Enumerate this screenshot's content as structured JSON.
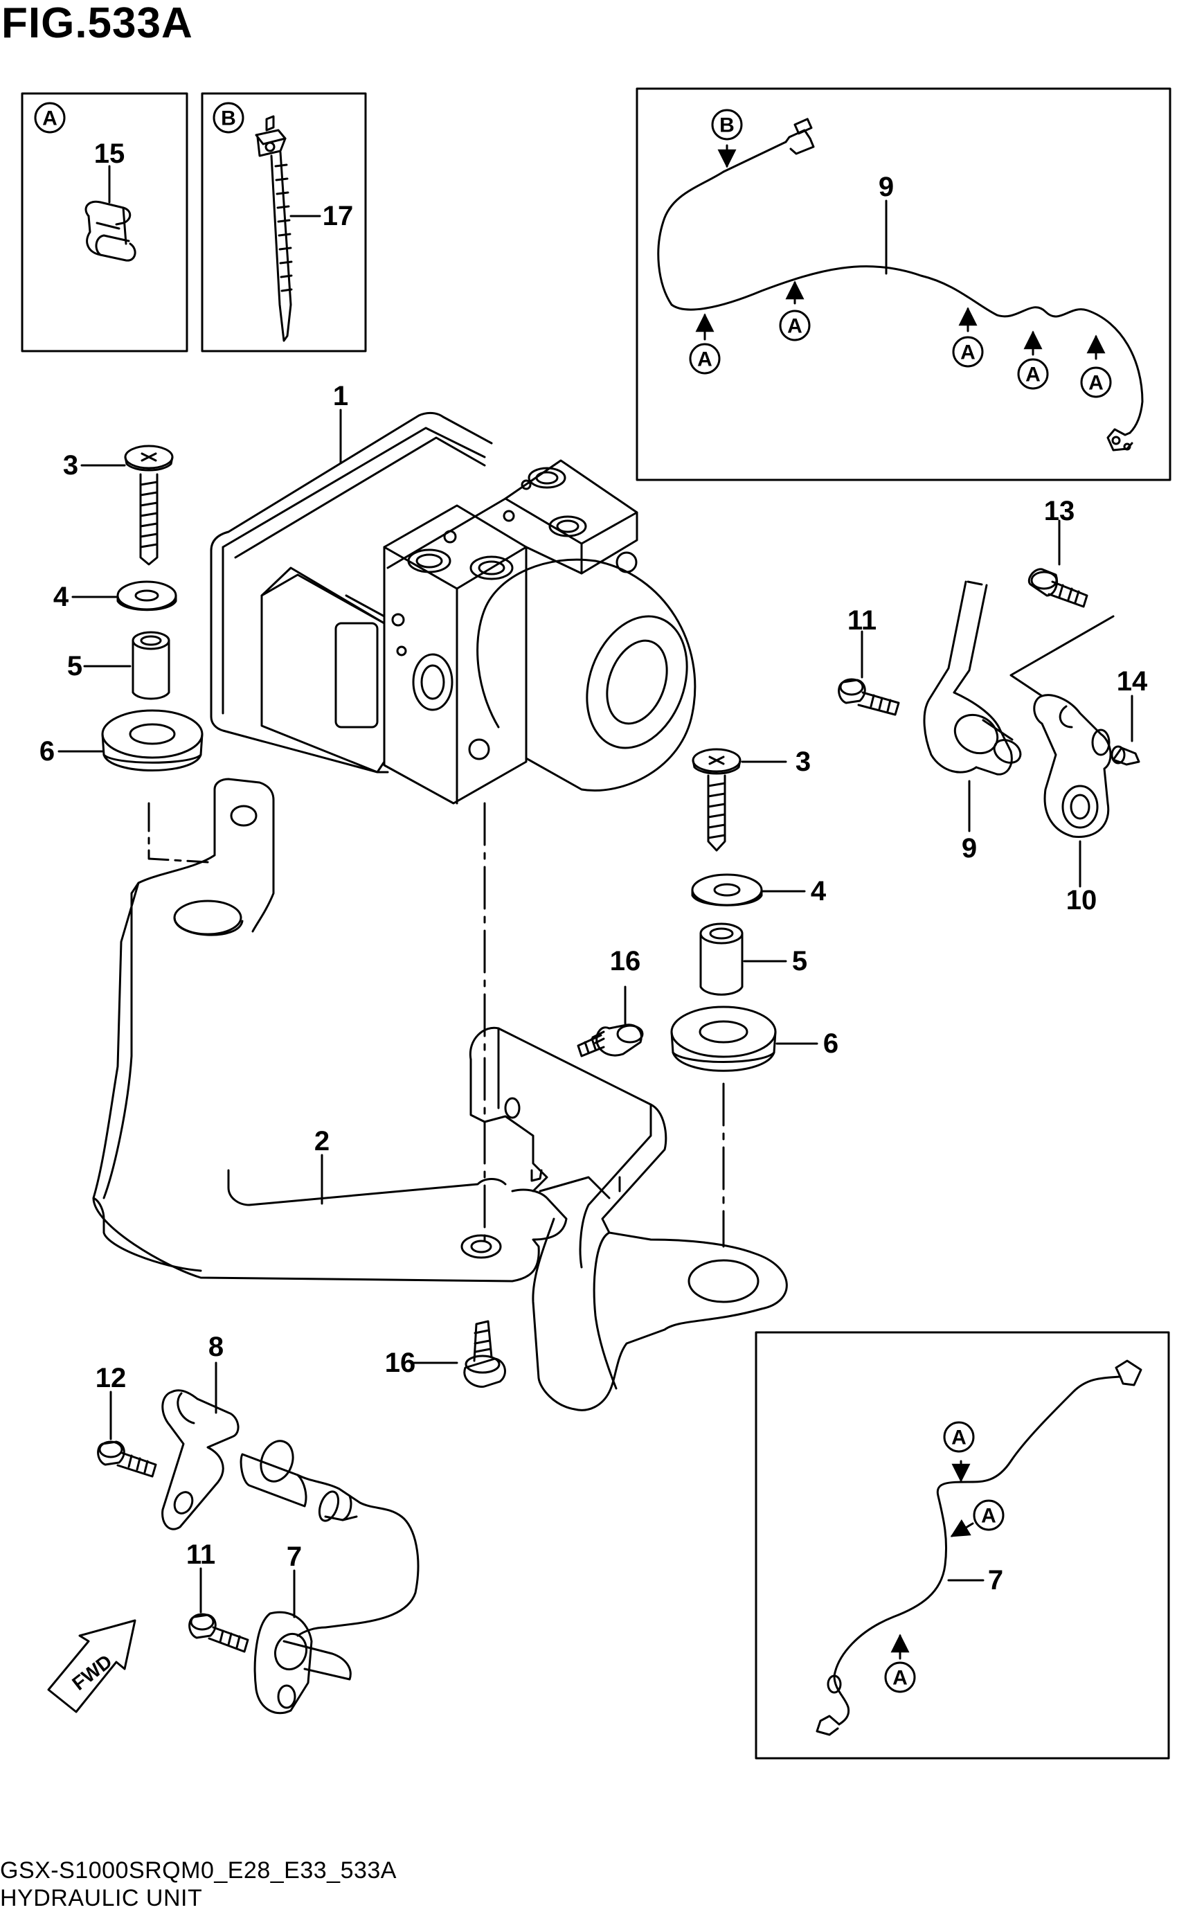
{
  "figure": {
    "title": "FIG.533A"
  },
  "footer": {
    "model_code": "GSX-S1000SRQM0_E28_E33_533A",
    "section_name": "HYDRAULIC UNIT"
  },
  "refs": {
    "a": "A",
    "b": "B"
  },
  "callouts": {
    "c1": "1",
    "c2": "2",
    "c3": "3",
    "c4": "4",
    "c5": "5",
    "c6": "6",
    "c7": "7",
    "c8": "8",
    "c9": "9",
    "c10": "10",
    "c11": "11",
    "c12": "12",
    "c13": "13",
    "c14": "14",
    "c15": "15",
    "c16": "16",
    "c17": "17"
  },
  "fwd_label": "FWD"
}
